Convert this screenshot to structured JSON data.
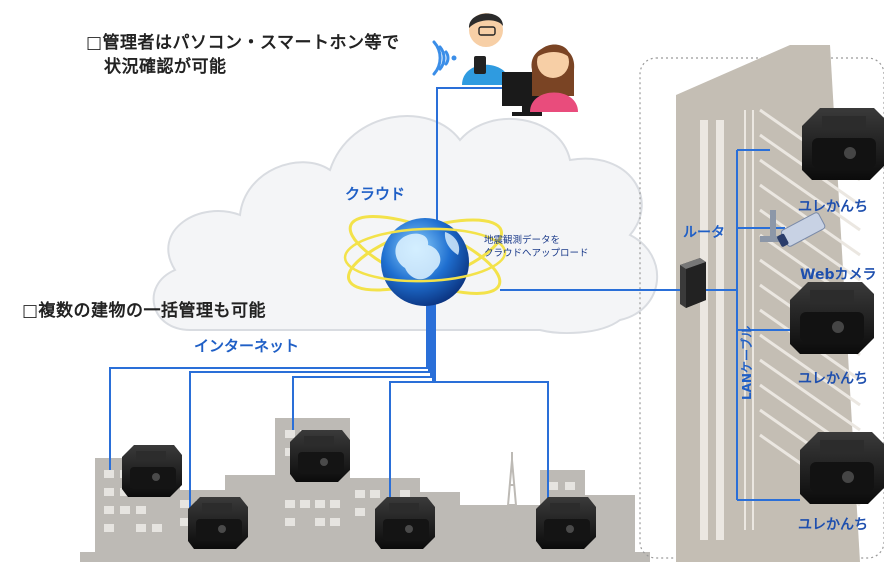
{
  "notes": {
    "admin_line1": "□管理者はパソコン・スマートホン等で",
    "admin_line2": "状況確認が可能",
    "multi_building": "□複数の建物の一括管理も可能"
  },
  "labels": {
    "cloud": "クラウド",
    "internet": "インターネット",
    "upload_line1": "地震観測データを",
    "upload_line2": "クラウドへアップロード",
    "router": "ルータ",
    "lan_cable": "LANケーブル",
    "webcam": "Webカメラ",
    "sensor": "ユレかんち"
  },
  "colors": {
    "network_line": "#2a6fd8",
    "building_gray": "#b9b6b1",
    "tower_gray": "#c7c1b8",
    "label_blue": "#1f5fc6"
  }
}
